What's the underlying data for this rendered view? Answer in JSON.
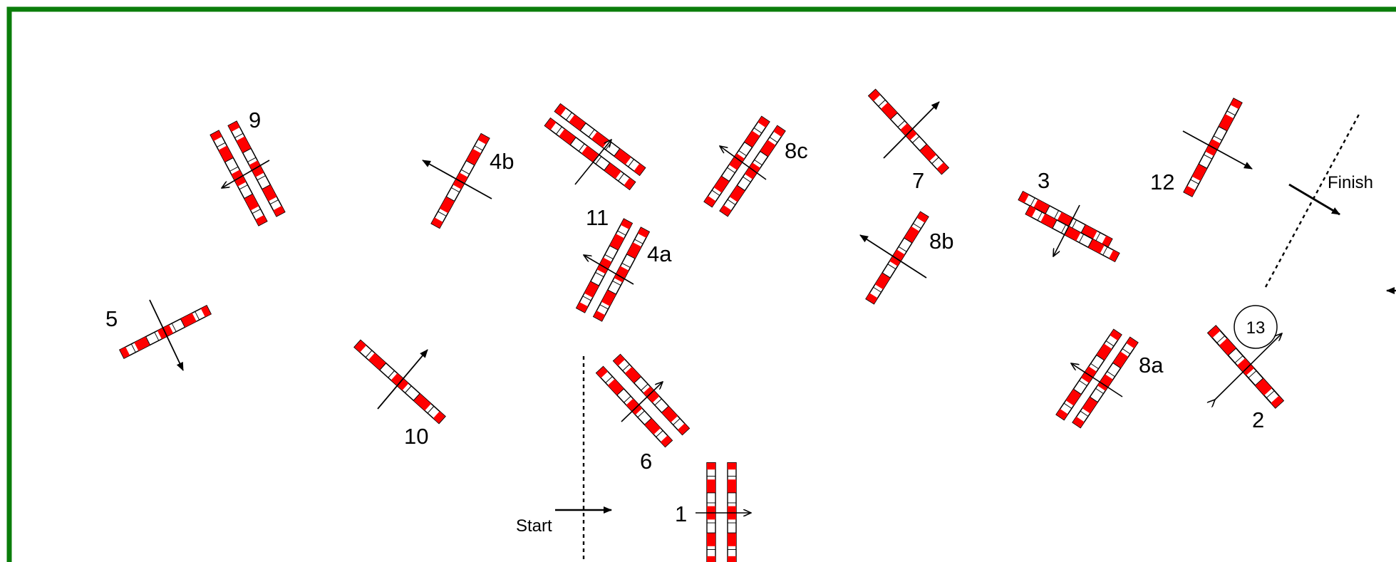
{
  "arena": {
    "border_color": "#0a7d0a",
    "background": "#ffffff"
  },
  "pole_colors": {
    "stripe": "#ff0000",
    "base": "#ffffff",
    "outline": "#000000"
  },
  "labels": {
    "start": "Start",
    "finish": "Finish",
    "fence_1": "1",
    "fence_2": "2",
    "fence_3": "3",
    "fence_4a": "4a",
    "fence_4b": "4b",
    "fence_5": "5",
    "fence_6": "6",
    "fence_7": "7",
    "fence_8a": "8a",
    "fence_8b": "8b",
    "fence_8c": "8c",
    "fence_9": "9",
    "fence_10": "10",
    "fence_11": "11",
    "fence_12": "12",
    "fence_13": "13"
  }
}
